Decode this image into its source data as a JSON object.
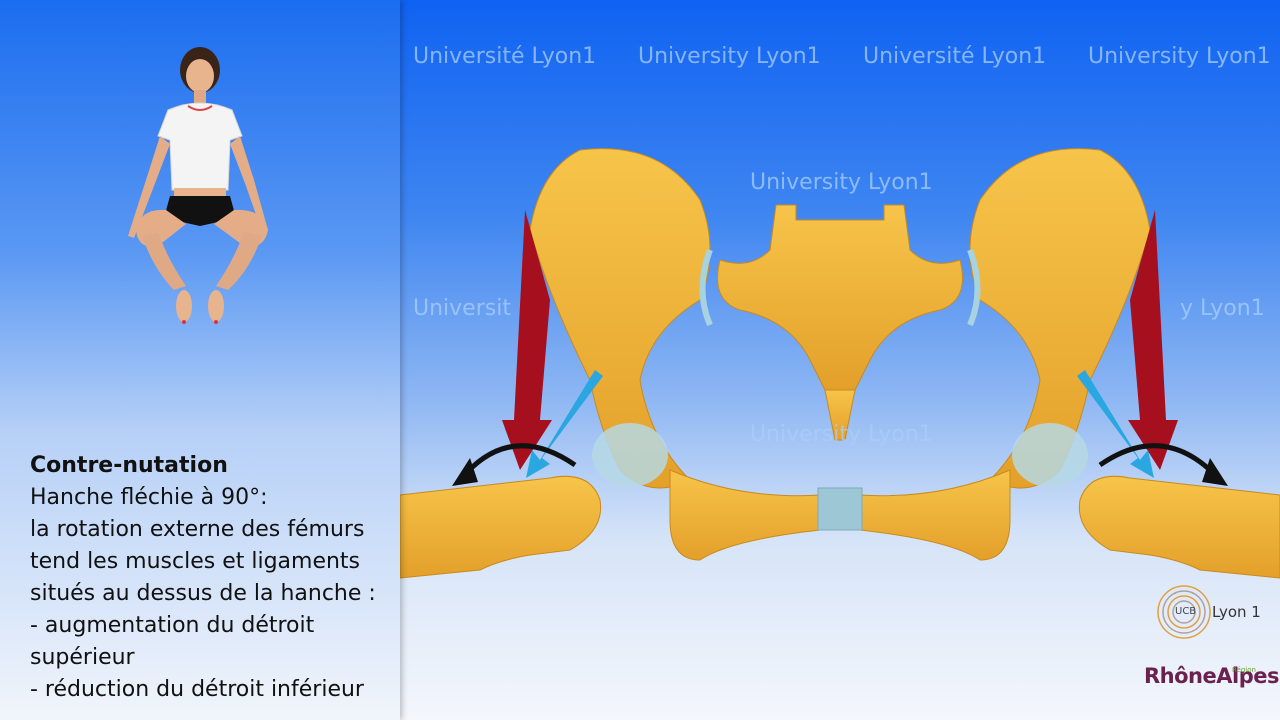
{
  "watermarks": {
    "fr": "Université Lyon1",
    "en": "University Lyon1",
    "en_partial": "y Lyon1",
    "fr_partial": "Universit"
  },
  "caption": {
    "title": "Contre-nutation",
    "lines": [
      "Hanche fléchie à 90°:",
      "la rotation externe des fémurs",
      "tend les muscles et ligaments",
      "situés au dessus de la hanche :",
      "- augmentation du détroit",
      "supérieur",
      "- réduction du détroit inférieur"
    ]
  },
  "logos": {
    "lyon1": "Lyon 1",
    "rhone_alpes": "RhôneAlpes",
    "region": "Région",
    "ucb_mark": "UCB"
  },
  "colors": {
    "bone": "#f2b53a",
    "bone_shadow": "#d99a22",
    "muscle_red": "#a50f1e",
    "ligament_blue": "#2aa6e0",
    "rotation_arrow": "#111111"
  },
  "icons": {
    "figure": "seated-woman-figure",
    "pelvis": "pelvis-illustration",
    "logo": "lyon1-logo"
  }
}
